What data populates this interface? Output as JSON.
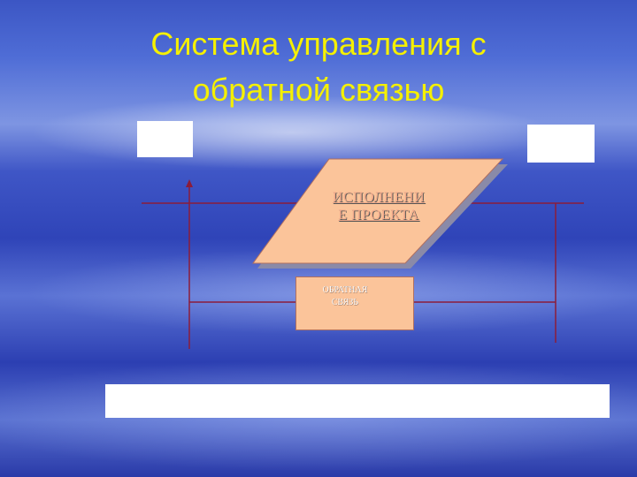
{
  "slide": {
    "title_line1": "Система управления с",
    "title_line2": "обратной связью"
  },
  "diagram": {
    "execution_label_line1": "ИСПОЛНЕНИ",
    "execution_label_line2": "Е ПРОЕКТА",
    "feedback_label_line1": "ОБРАТНАЯ",
    "feedback_label_line2": "СВЯЗЬ"
  },
  "colors": {
    "title": "#f5f000",
    "line": "#8b1c3a",
    "parallelogram_fill": "#fbc49a",
    "feedback_fill": "#fbc49a"
  }
}
